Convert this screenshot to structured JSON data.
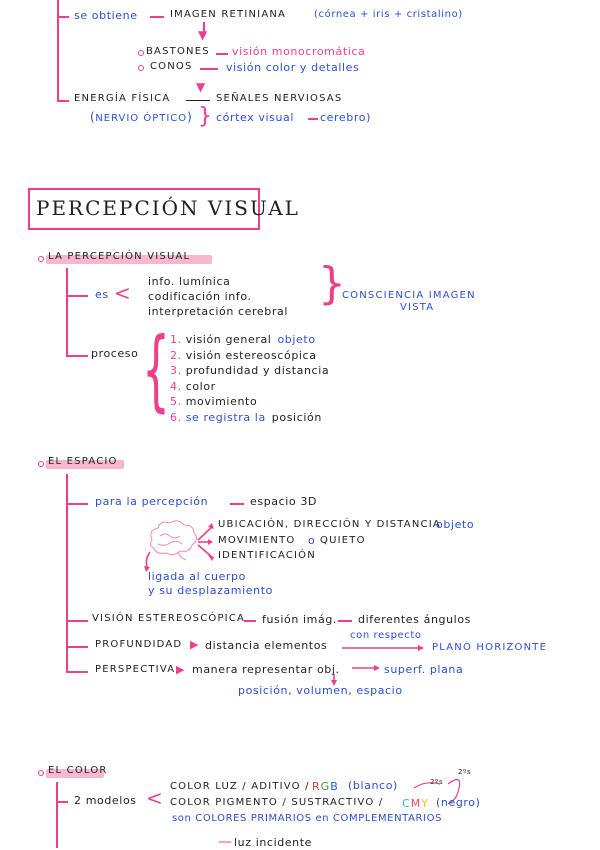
{
  "top": {
    "obtiene": "se obtiene",
    "imagen": "IMAGEN RETINIANA",
    "imagen_note": "(córnea + iris + cristalino)",
    "bastones": "BASTONES",
    "bastones_desc": "visión monocromática",
    "conos": "CONOS",
    "conos_desc": "visión color y detalles",
    "energia": "ENERGÍA FÍSICA",
    "senales": "SEÑALES NERVIOSAS",
    "nervio": "NERVIO ÓPTICO",
    "cortex": "córtex visual",
    "cerebro": "cerebro"
  },
  "title": "PERCEPCIÓN VISUAL",
  "percepcion": {
    "heading": "LA PERCEPCIÓN VISUAL",
    "es": "es",
    "items": [
      "info. lumínica",
      "codificación info.",
      "interpretación cerebral"
    ],
    "result": "CONSCIENCIA IMAGEN",
    "result2": "VISTA",
    "proceso": "proceso",
    "steps": [
      {
        "n": "1.",
        "text": "visión general",
        "extra": "objeto"
      },
      {
        "n": "2.",
        "text": "visión estereoscópica",
        "extra": ""
      },
      {
        "n": "3.",
        "text": "profundidad y distancia",
        "extra": ""
      },
      {
        "n": "4.",
        "text": "color",
        "extra": ""
      },
      {
        "n": "5.",
        "text": "movimiento",
        "extra": ""
      },
      {
        "n": "6.",
        "text": "se registra la",
        "extra": "posición"
      }
    ]
  },
  "espacio": {
    "heading": "EL ESPACIO",
    "para": "para la percepción",
    "espacio3d": "espacio 3D",
    "list": [
      "UBICACIÓN, DIRECCIÓN Y DISTANCIA",
      "MOVIMIENTO",
      "IDENTIFICACIÓN"
    ],
    "objeto": "objeto",
    "o": "o",
    "quieto": "QUIETO",
    "ligada": "ligada al cuerpo",
    "ligada2": "y su desplazamiento",
    "estereo": "VISIÓN ESTEREOSCÓPICA",
    "fusion": "fusión imág.",
    "angulos": "diferentes ángulos",
    "profundidad": "PROFUNDIDAD",
    "distancia": "distancia elementos",
    "respecto": "con respecto",
    "plano": "PLANO HORIZONTE",
    "perspectiva": "PERSPECTIVA",
    "manera": "manera representar obj.",
    "superf": "superf. plana",
    "posicion": "posición, volumen, espacio"
  },
  "color": {
    "heading": "EL COLOR",
    "modelos": "2 modelos",
    "luz": "COLOR LUZ / ADITIVO /",
    "rgb": "RGB",
    "blanco": "(blanco)",
    "pigmento": "COLOR PIGMENTO / SUSTRACTIVO /",
    "cmy": "CMY",
    "negro": "(negro)",
    "primarios": "son COLORES PRIMARIOS en COMPLEMENTARIOS",
    "p2": "2ºs",
    "p3": "2ºs",
    "incidente": "luz incidente"
  },
  "colors": {
    "accent": "#ee3f8a",
    "ink_blue": "#2b4fd6",
    "highlight": "#f7b7cf"
  }
}
